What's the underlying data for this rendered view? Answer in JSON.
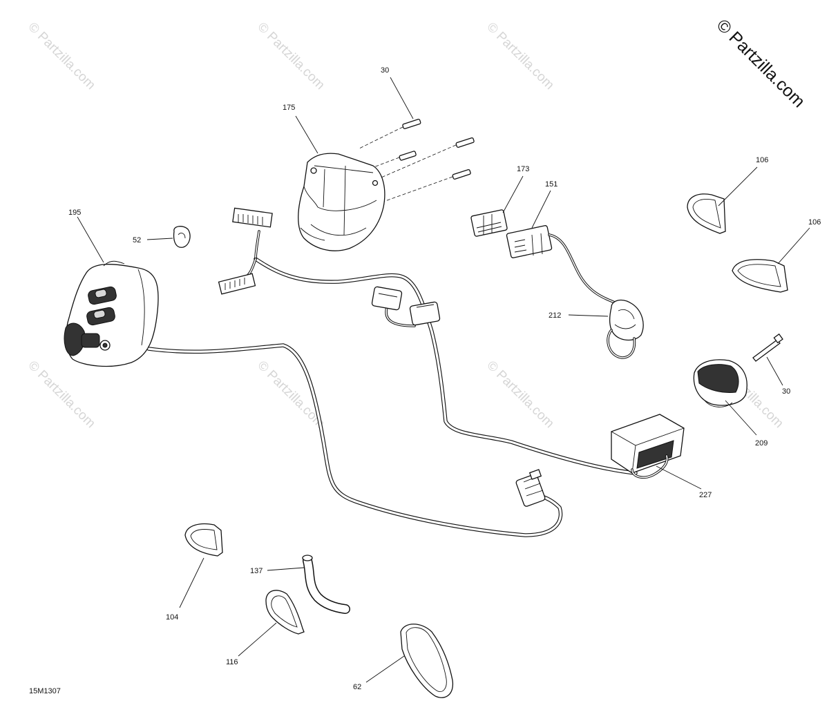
{
  "watermark": {
    "text": "© Partzilla.com",
    "brand_text": "© Partzilla.com"
  },
  "diagram": {
    "reference_code": "15M1307",
    "callouts": [
      {
        "id": "c30a",
        "label": "30"
      },
      {
        "id": "c175",
        "label": "175"
      },
      {
        "id": "c173",
        "label": "173"
      },
      {
        "id": "c151",
        "label": "151"
      },
      {
        "id": "c106a",
        "label": "106"
      },
      {
        "id": "c106b",
        "label": "106"
      },
      {
        "id": "c195",
        "label": "195"
      },
      {
        "id": "c52",
        "label": "52"
      },
      {
        "id": "c212",
        "label": "212"
      },
      {
        "id": "c30b",
        "label": "30"
      },
      {
        "id": "c209",
        "label": "209"
      },
      {
        "id": "c227",
        "label": "227"
      },
      {
        "id": "c137",
        "label": "137"
      },
      {
        "id": "c104",
        "label": "104"
      },
      {
        "id": "c116",
        "label": "116"
      },
      {
        "id": "c62",
        "label": "62"
      }
    ]
  }
}
